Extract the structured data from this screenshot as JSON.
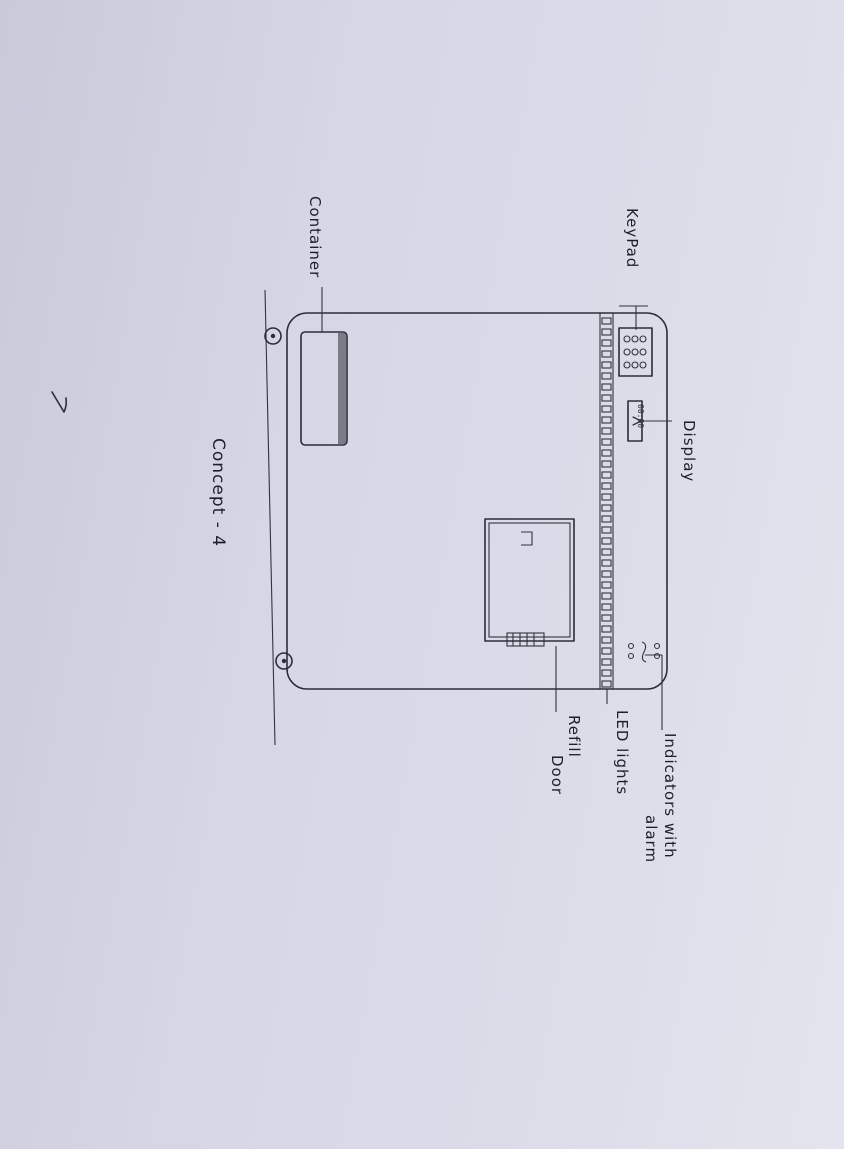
{
  "diagram": {
    "labels": {
      "keypad": "KeyPad",
      "display": "Display",
      "display_readout": "00:00",
      "indicators": "Indicators with",
      "indicators_line2": "alarm",
      "led": "LED lights",
      "refill": "Refill",
      "refill_line2": "Door",
      "container": "Container",
      "caption": "Concept - 4"
    },
    "colors": {
      "paper": "#d6d6e6",
      "ink": "#2c2c3a"
    }
  }
}
